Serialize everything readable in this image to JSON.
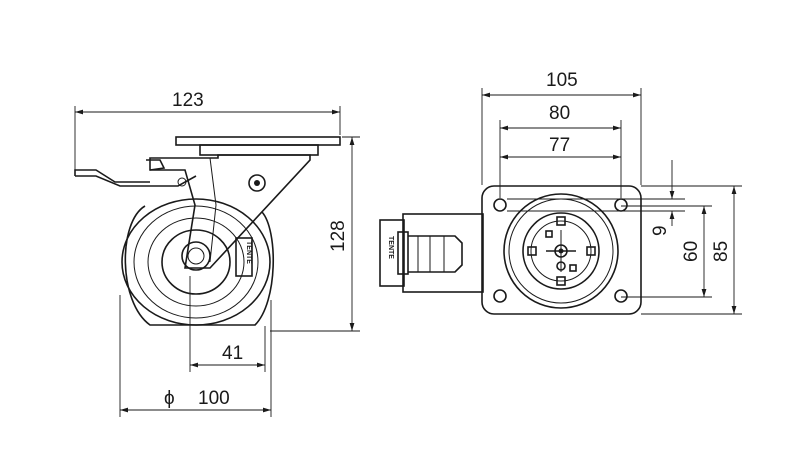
{
  "dimensions": {
    "overall_length": "123",
    "height": "128",
    "offset": "41",
    "wheel_diameter_symbol": "ϕ",
    "wheel_diameter": "100",
    "plate_width": "105",
    "bolt_spacing_long": "80",
    "bolt_spacing_long_alt": "77",
    "bolt_hole": "9",
    "bolt_spacing_short": "60",
    "plate_length": "85"
  },
  "logo": {
    "text": "TENTE"
  }
}
